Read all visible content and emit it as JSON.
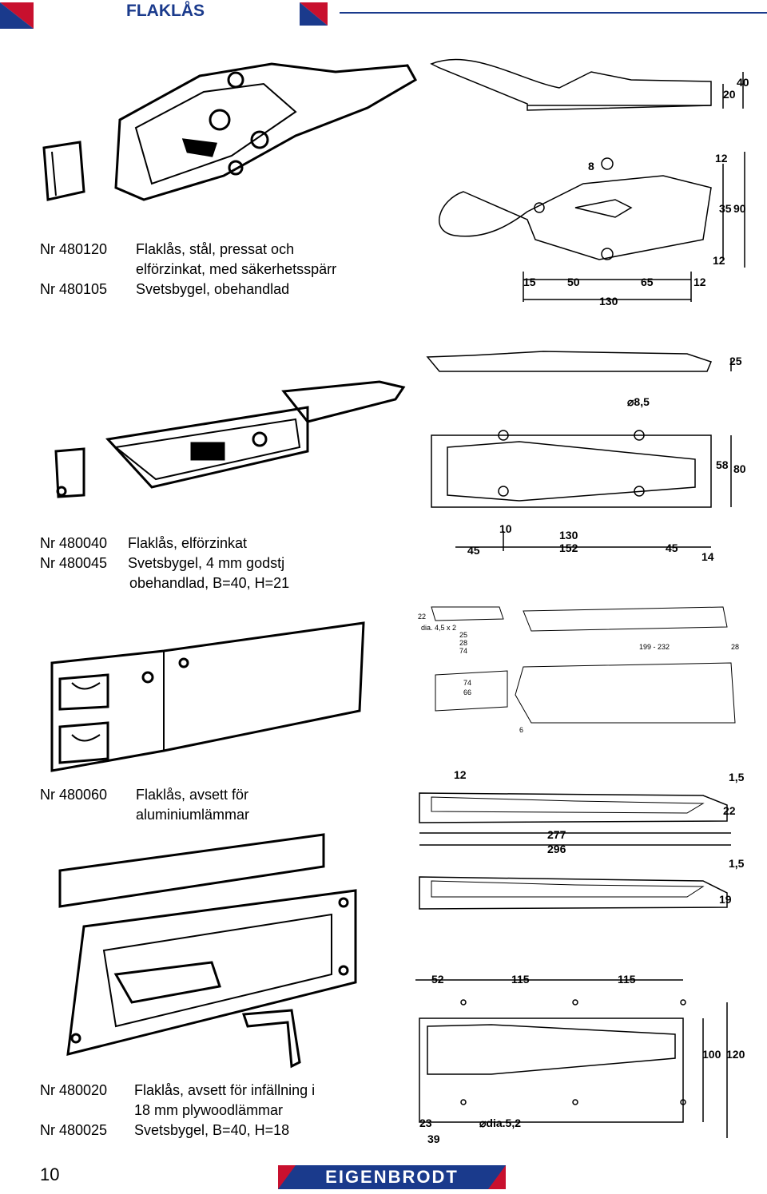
{
  "header": {
    "title": "FLAKLÅS",
    "accent_color": "#1a3a8c",
    "corner_color": "#c8102e"
  },
  "products": [
    {
      "rows": [
        {
          "nr": "Nr 480120",
          "desc": "Flaklås, stål, pressat och"
        },
        {
          "nr": "",
          "desc": "elförzinkat, med säkerhetsspärr"
        },
        {
          "nr": "Nr 480105",
          "desc": "Svetsbygel, obehandlad"
        }
      ]
    },
    {
      "rows": [
        {
          "nr": "Nr 480040",
          "desc": "Flaklås, elförzinkat"
        },
        {
          "nr": "Nr 480045",
          "desc": "Svetsbygel, 4 mm godstj"
        },
        {
          "nr": "",
          "desc": "obehandlad, B=40, H=21"
        }
      ]
    },
    {
      "rows": [
        {
          "nr": "Nr 480060",
          "desc": "Flaklås, avsett för"
        },
        {
          "nr": "",
          "desc": "aluminiumlämmar"
        }
      ]
    },
    {
      "rows": [
        {
          "nr": "Nr 480020",
          "desc": "Flaklås, avsett för infällning i"
        },
        {
          "nr": "",
          "desc": "18 mm plywoodlämmar"
        },
        {
          "nr": "Nr 480025",
          "desc": "Svetsbygel, B=40, H=18"
        }
      ]
    }
  ],
  "dims": {
    "d1": {
      "a": "40",
      "b": "20",
      "c": "8",
      "d": "12",
      "e": "35",
      "f": "90",
      "g": "12",
      "h": "15",
      "i": "50",
      "j": "65",
      "k": "12",
      "l": "130"
    },
    "d2": {
      "a": "25",
      "b": "⌀8,5",
      "c": "58",
      "d": "80",
      "e": "10",
      "f": "130",
      "g": "152",
      "h": "45",
      "i": "45",
      "j": "14"
    },
    "d3": {
      "a": "22",
      "b": "dia. 4,5 x 2",
      "c": "25",
      "d": "28",
      "e": "74",
      "f": "74",
      "g": "66",
      "h": "6",
      "i": "199 - 232",
      "j": "28"
    },
    "d4": {
      "a": "12",
      "b": "1,5",
      "c": "22",
      "d": "277",
      "e": "296",
      "f": "1,5",
      "g": "19"
    },
    "d5": {
      "a": "52",
      "b": "115",
      "c": "115",
      "d": "100",
      "e": "120",
      "f": "23",
      "g": "39",
      "h": "⌀dia.5,2"
    }
  },
  "footer": {
    "page_number": "10",
    "logo": "EIGENBRODT"
  }
}
